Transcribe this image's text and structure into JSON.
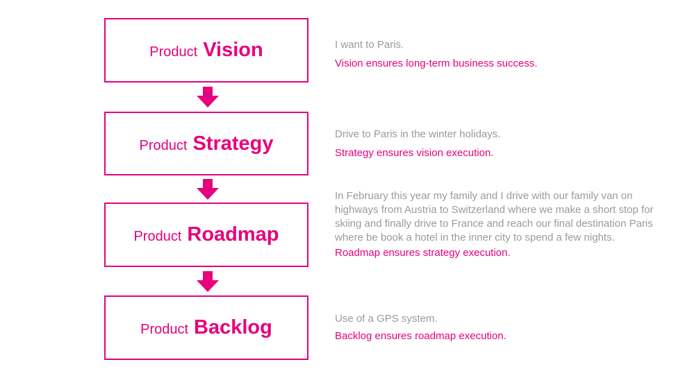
{
  "colors": {
    "accent": "#e6007e",
    "muted": "#9a9a9a"
  },
  "steps": [
    {
      "prefix": "Product",
      "title": "Vision",
      "description": "I want to Paris.",
      "goal": "Vision ensures long-term business success."
    },
    {
      "prefix": "Product",
      "title": "Strategy",
      "description": "Drive to Paris in the winter holidays.",
      "goal": "Strategy ensures vision execution."
    },
    {
      "prefix": "Product",
      "title": "Roadmap",
      "description": "In February this year my family and I drive with our family van on highways from Austria to Switzerland where we make a short stop for skiing and finally drive to France and reach our final destination Paris where be book a hotel in the inner city to spend a few nights.",
      "goal": "Roadmap ensures strategy execution."
    },
    {
      "prefix": "Product",
      "title": "Backlog",
      "description": "Use of a GPS system.",
      "goal": "Backlog ensures roadmap execution."
    }
  ],
  "arrows": [
    "down-arrow-icon",
    "down-arrow-icon",
    "down-arrow-icon"
  ]
}
